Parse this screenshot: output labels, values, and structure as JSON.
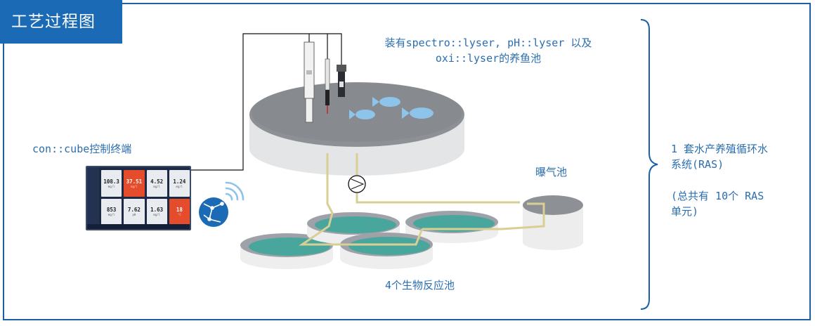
{
  "header": {
    "title": "工艺过程图"
  },
  "labels": {
    "pond_line1": "装有spectro::lyser, pH::lyser 以及",
    "pond_line2": "oxi::lyser的养鱼池",
    "terminal": "con::cube控制终端",
    "aeration": "曝气池",
    "bioreactor": "4个生物反应池",
    "system_line1": "1 套水产养殖循环水",
    "system_line2": "系统(RAS)",
    "note_line1": "(总共有 10个 RAS",
    "note_line2": "单元)"
  },
  "tablet": {
    "tiles": [
      {
        "value": "108.3",
        "alert": false
      },
      {
        "value": "37.51",
        "alert": true
      },
      {
        "value": "4.52",
        "alert": false
      },
      {
        "value": "1.24",
        "alert": false
      },
      {
        "value": "853",
        "alert": false
      },
      {
        "value": "7.62",
        "alert": false
      },
      {
        "value": "1.63",
        "alert": false
      },
      {
        "value": "18",
        "alert": true
      }
    ]
  },
  "colors": {
    "brand_blue": "#1b6ab5",
    "pipe": "#d8cf95",
    "water": "#3aa79a",
    "tank": "#9ea2a8",
    "fish": "#8ec3ea",
    "alert": "#e54c2c"
  }
}
